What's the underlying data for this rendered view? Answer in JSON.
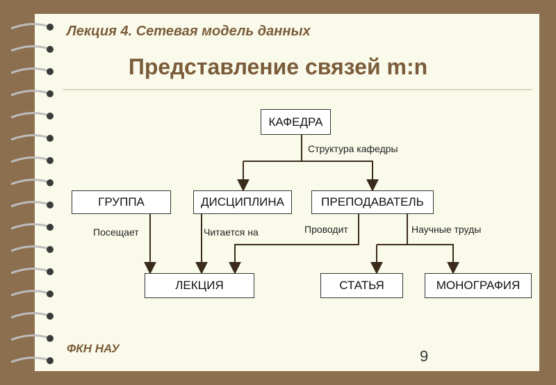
{
  "header": {
    "subtitle": "Лекция 4. Сетевая модель данных",
    "title": "Представление связей m:n"
  },
  "diagram": {
    "nodes": {
      "kafedra": "КАФЕДРА",
      "gruppa": "ГРУППА",
      "disciplina": "ДИСЦИПЛИНА",
      "prepodavatel": "ПРЕПОДАВАТЕЛЬ",
      "lekciya": "ЛЕКЦИЯ",
      "statya": "СТАТЬЯ",
      "monografiya": "МОНОГРАФИЯ"
    },
    "edges": {
      "struktura": "Структура кафедры",
      "poseshaet": "Посещает",
      "chitaetsya": "Читается на",
      "provodit": "Проводит",
      "nauchnye": "Научные труды"
    },
    "line_color": "#3a2a1a"
  },
  "footer": {
    "org": "ФКН НАУ",
    "page_number": "9"
  }
}
